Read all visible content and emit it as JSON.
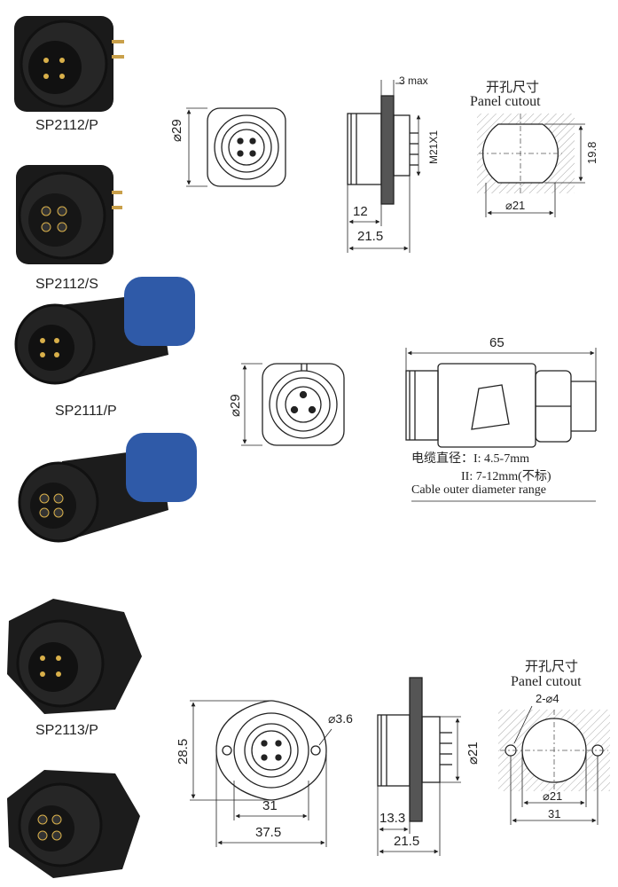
{
  "products": [
    {
      "model": "SP2112/P"
    },
    {
      "model": "SP2112/S"
    },
    {
      "model": "SP2111/P"
    },
    {
      "model": "SP2113/P"
    }
  ],
  "section1": {
    "dia_front": "⌀29",
    "max_thickness": "3 max",
    "thread": "M21X1",
    "len_12": "12",
    "len_21_5": "21.5",
    "cutout_title_cn": "开孔尺寸",
    "cutout_title_en": "Panel cutout",
    "cutout_flat": "19.8",
    "cutout_dia": "⌀21"
  },
  "section2": {
    "dia_front": "⌀29",
    "length": "65",
    "cable_cn": "电缆直径：I: 4.5-7mm",
    "cable_cn2": "II: 7-12mm(不标)",
    "cable_en": "Cable outer  diameter range"
  },
  "section3": {
    "flange_h": "28.5",
    "hole_dia": "⌀3.6",
    "width_31": "31",
    "width_37_5": "37.5",
    "dia_21": "⌀21",
    "len_13_3": "13.3",
    "len_21_5": "21.5",
    "cutout_title_cn": "开孔尺寸",
    "cutout_title_en": "Panel cutout",
    "holes": "2-⌀4",
    "cutout_dia": "⌀21",
    "cutout_w": "31"
  }
}
